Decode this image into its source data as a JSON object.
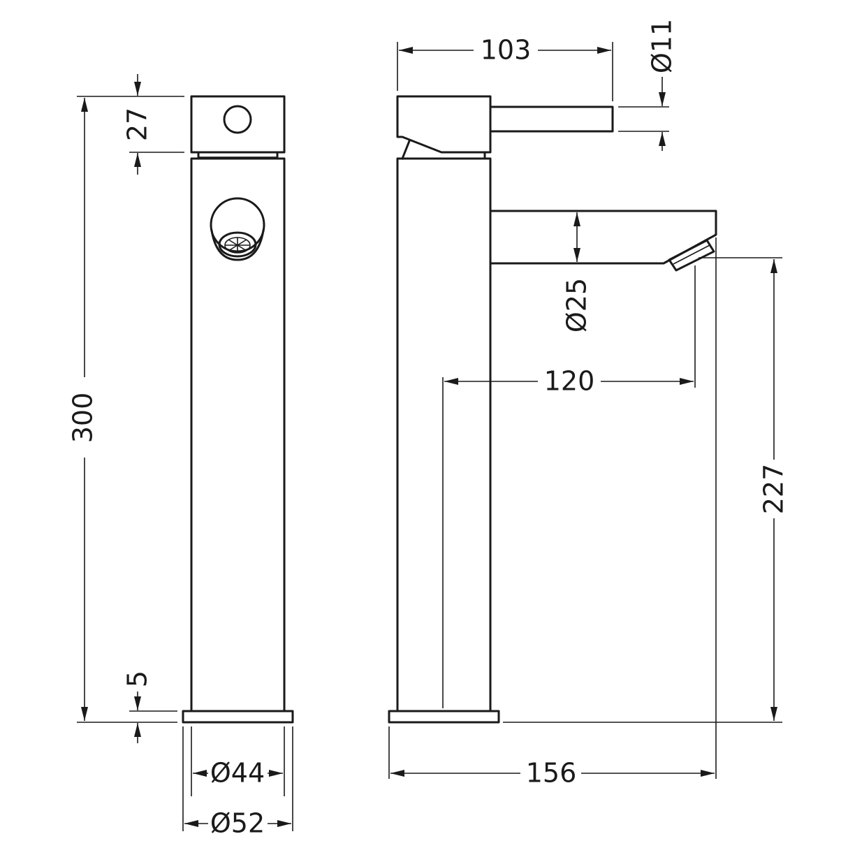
{
  "drawing": {
    "line_color": "#1a1a1a",
    "background": "#ffffff",
    "dimensions": {
      "total_height": "300",
      "handle_height": "27",
      "base_height": "5",
      "body_diameter": "Ø44",
      "base_diameter": "Ø52",
      "handle_projection": "103",
      "lever_diameter": "Ø11",
      "spout_diameter": "Ø25",
      "spout_reach": "120",
      "outlet_height": "227",
      "overall_depth": "156"
    }
  }
}
